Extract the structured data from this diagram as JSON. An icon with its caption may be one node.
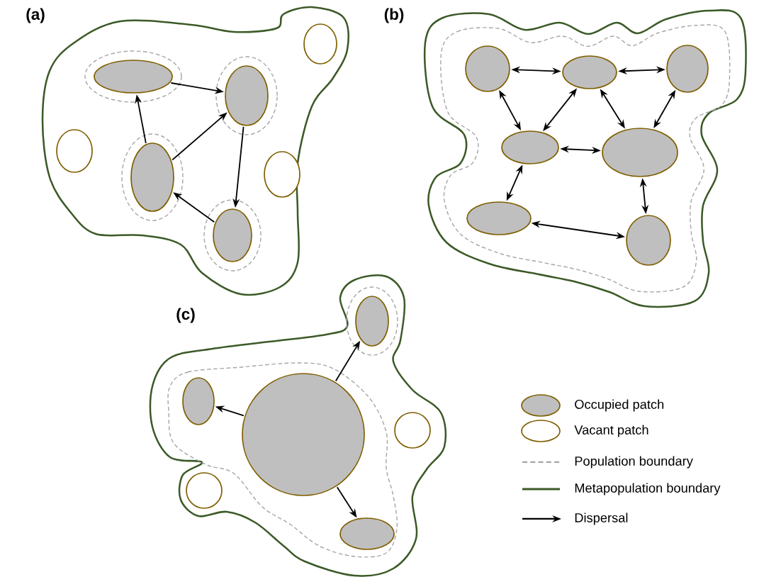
{
  "diagram": {
    "nodes": [
      {
        "text": [],
        "shape": "ellipse"
      },
      {
        "text": [],
        "shape": "ellipse"
      },
      {
        "text": [],
        "shape": "ellipse"
      },
      {
        "text": [],
        "shape": "ellipse"
      },
      {
        "text": [],
        "shape": "ellipse"
      },
      {
        "text": [],
        "shape": "ellipse"
      },
      {
        "text": [],
        "shape": "ellipse"
      },
      {
        "text": [],
        "shape": "ellipse"
      },
      {
        "text": [],
        "shape": "ellipse"
      },
      {
        "text": [],
        "shape": "ellipse"
      },
      {
        "text": [],
        "shape": "ellipse"
      },
      {
        "text": [],
        "shape": "ellipse"
      },
      {
        "text": [],
        "shape": "ellipse"
      },
      {
        "text": [],
        "shape": "ellipse"
      },
      {
        "text": [],
        "shape": "circle"
      },
      {
        "text": [],
        "shape": "ellipse"
      },
      {
        "text": [],
        "shape": "ellipse"
      },
      {
        "text": [],
        "shape": "ellipse"
      },
      {
        "text": [],
        "shape": "ellipse"
      },
      {
        "text": [],
        "shape": "ellipse"
      }
    ],
    "edges": [
      {
        "from": 0,
        "to": 1,
        "arrow": "to"
      },
      {
        "from": 2,
        "to": 0,
        "arrow": "to"
      },
      {
        "from": 2,
        "to": 1,
        "arrow": "to"
      },
      {
        "from": 1,
        "to": 3,
        "arrow": "to"
      },
      {
        "from": 3,
        "to": 2,
        "arrow": "to"
      },
      {
        "from": 7,
        "to": 8,
        "arrow": "both"
      },
      {
        "from": 8,
        "to": 9,
        "arrow": "both"
      },
      {
        "from": 7,
        "to": 10,
        "arrow": "both"
      },
      {
        "from": 10,
        "to": 8,
        "arrow": "both"
      },
      {
        "from": 8,
        "to": 11,
        "arrow": "both"
      },
      {
        "from": 9,
        "to": 11,
        "arrow": "both"
      },
      {
        "from": 10,
        "to": 11,
        "arrow": "both"
      },
      {
        "from": 10,
        "to": 12,
        "arrow": "both"
      },
      {
        "from": 11,
        "to": 13,
        "arrow": "both"
      },
      {
        "from": 12,
        "to": 13,
        "arrow": "both"
      },
      {
        "from": 14,
        "to": 15,
        "arrow": "to"
      },
      {
        "from": 14,
        "to": 16,
        "arrow": "to"
      },
      {
        "from": 14,
        "to": 17,
        "arrow": "to"
      }
    ],
    "labels": [
      "(a)",
      "(b)",
      "(c)"
    ],
    "legend": [
      {
        "text": "Occupied patch"
      },
      {
        "text": "Vacant patch"
      },
      {
        "text": "Population boundary"
      },
      {
        "text": "Metapopulation boundary"
      },
      {
        "text": "Dispersal"
      }
    ]
  }
}
